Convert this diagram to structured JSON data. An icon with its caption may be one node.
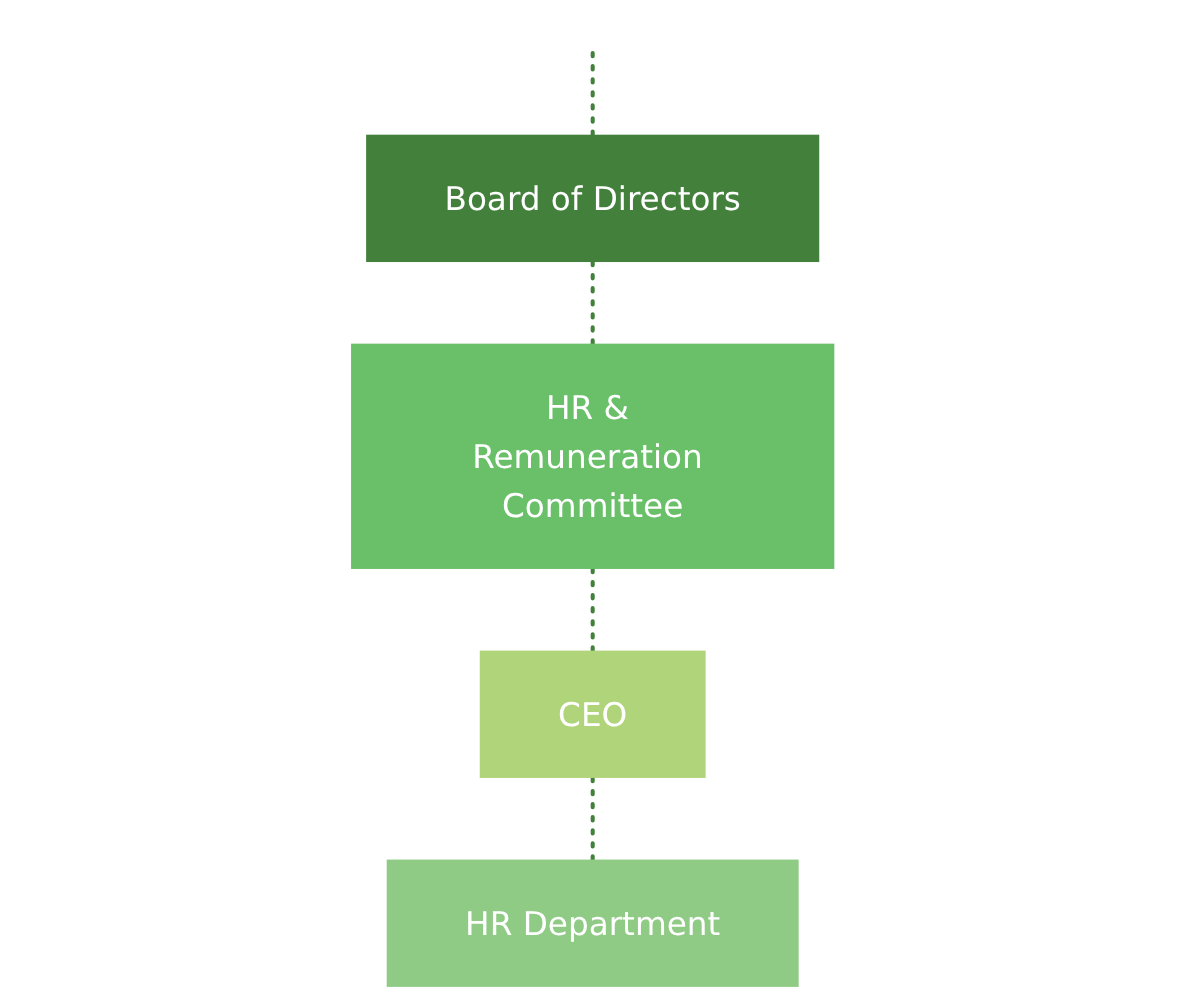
{
  "diagram": {
    "nodes": [
      {
        "text": [
          "Board of Directors"
        ]
      },
      {
        "text": [
          "HR & Remuneration Committee"
        ]
      },
      {
        "text": [
          "CEO"
        ]
      },
      {
        "text": [
          "HR Department"
        ]
      }
    ],
    "edges": [
      {
        "from": null,
        "to": 0,
        "arrow": "none",
        "style": "dashed"
      },
      {
        "from": 0,
        "to": 1,
        "arrow": "none",
        "style": "dashed"
      },
      {
        "from": 1,
        "to": 2,
        "arrow": "none",
        "style": "dashed"
      },
      {
        "from": 2,
        "to": 3,
        "arrow": "none",
        "style": "dashed"
      }
    ]
  }
}
